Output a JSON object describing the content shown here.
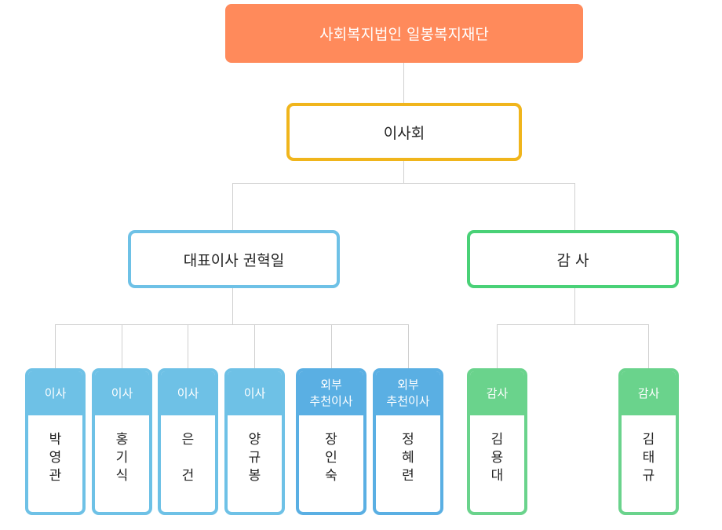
{
  "foundation": "사회복지법인 일봉복지재단",
  "board": "이사회",
  "representative": "대표이사 권혁일",
  "auditor_group": "감 사",
  "colors": {
    "foundation": "#ff8a5b",
    "board": "#f0b51c",
    "representative": "#6ec1e6",
    "auditor": "#49d177",
    "director_card": "#6ec1e6",
    "external_card": "#5aafe3",
    "auditor_card": "#6ad38c"
  },
  "members": [
    {
      "role": "이사",
      "name": [
        "박",
        "영",
        "관"
      ],
      "type": "director"
    },
    {
      "role": "이사",
      "name": [
        "홍",
        "기",
        "식"
      ],
      "type": "director"
    },
    {
      "role": "이사",
      "name": [
        "은",
        "",
        "건"
      ],
      "type": "director"
    },
    {
      "role": "이사",
      "name": [
        "양",
        "규",
        "봉"
      ],
      "type": "director"
    },
    {
      "role": "외부\n추천이사",
      "name": [
        "장",
        "인",
        "숙"
      ],
      "type": "external"
    },
    {
      "role": "외부\n추천이사",
      "name": [
        "정",
        "혜",
        "련"
      ],
      "type": "external"
    },
    {
      "role": "감사",
      "name": [
        "김",
        "용",
        "대"
      ],
      "type": "auditor"
    },
    {
      "role": "감사",
      "name": [
        "김",
        "태",
        "규"
      ],
      "type": "auditor"
    }
  ]
}
